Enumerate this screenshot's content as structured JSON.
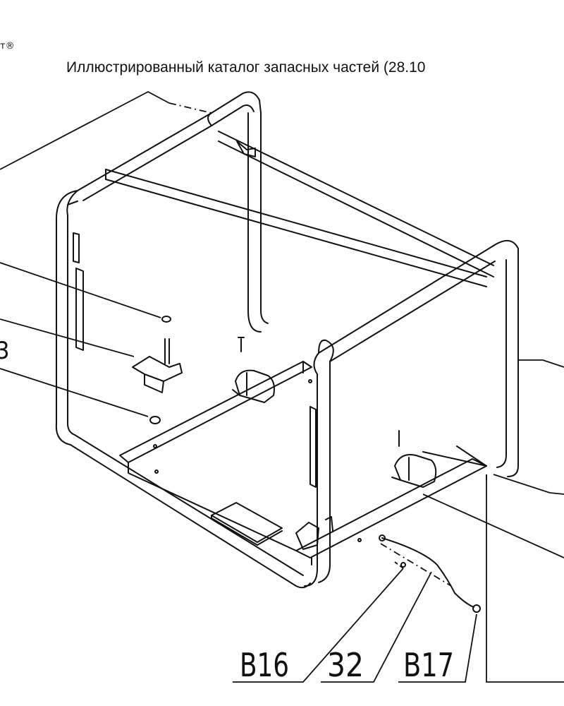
{
  "header": {
    "brand_mark": "т®",
    "title": "Иллюстрированный каталог запасных частей (28.10"
  },
  "diagram": {
    "left_labels": [
      "3"
    ],
    "part_labels": [
      "B16",
      "32",
      "B17"
    ]
  },
  "colors": {
    "line": "#111111",
    "background": "#ffffff"
  }
}
